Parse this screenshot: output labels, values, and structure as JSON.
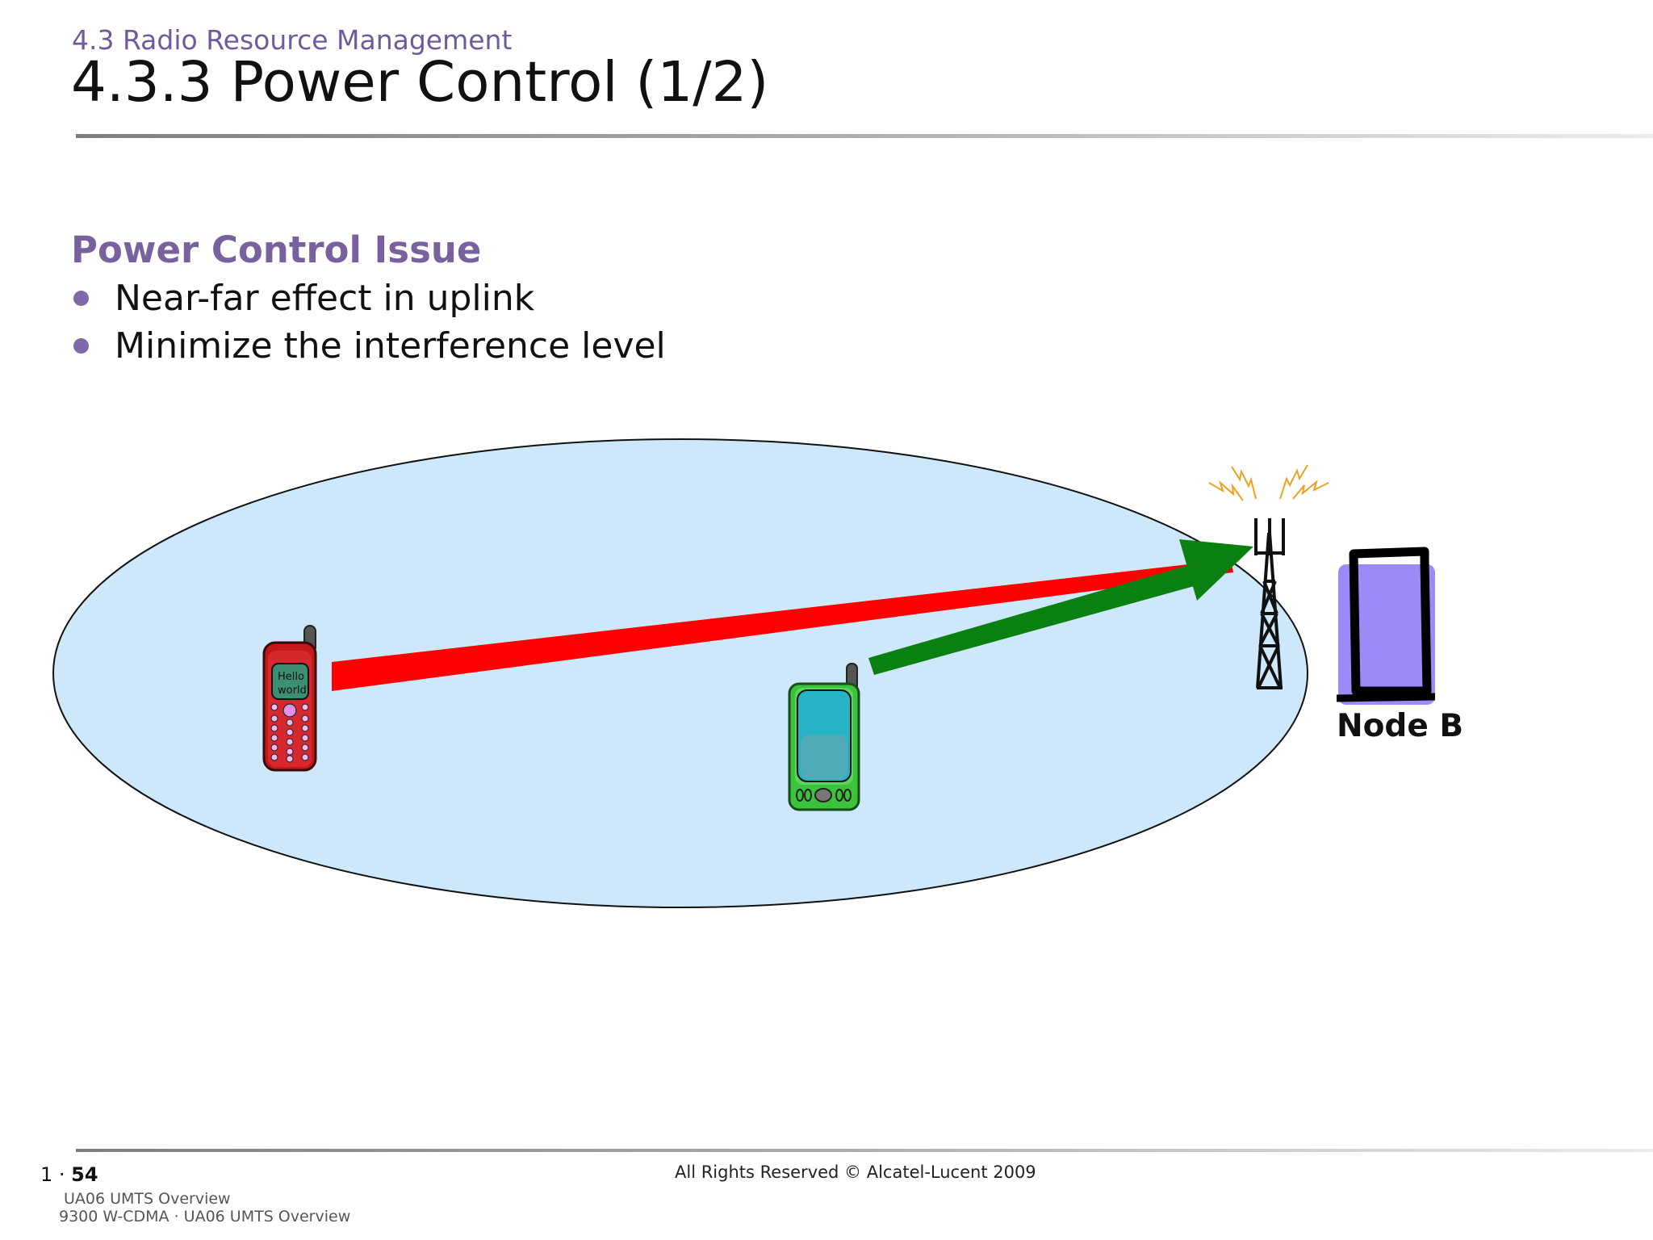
{
  "header": {
    "breadcrumb": "4.3 Radio Resource Management",
    "title": "4.3.3 Power Control (1/2)"
  },
  "content": {
    "section_heading": "Power Control Issue",
    "bullets": [
      "Near-far effect in uplink",
      "Minimize the interference level"
    ]
  },
  "diagram": {
    "phone_screen_text": [
      "Hello",
      "world"
    ],
    "node_label": "Node B",
    "colors": {
      "cell_fill": "#cce8fa",
      "far_link": "#ff0000",
      "near_link": "#0a8010",
      "node_fill": "#9b8af7",
      "bullet": "#8069a8"
    },
    "icons": [
      "mobile-phone-red-icon",
      "mobile-phone-green-icon",
      "antenna-tower-icon",
      "signal-lightning-icon",
      "node-b-cabinet-icon"
    ]
  },
  "footer": {
    "page_prefix": "1 · ",
    "page_number": "54",
    "copyright": "All Rights Reserved © Alcatel-Lucent 2009",
    "line1": "UA06 UMTS Overview",
    "line2": "9300 W-CDMA · UA06 UMTS Overview"
  }
}
